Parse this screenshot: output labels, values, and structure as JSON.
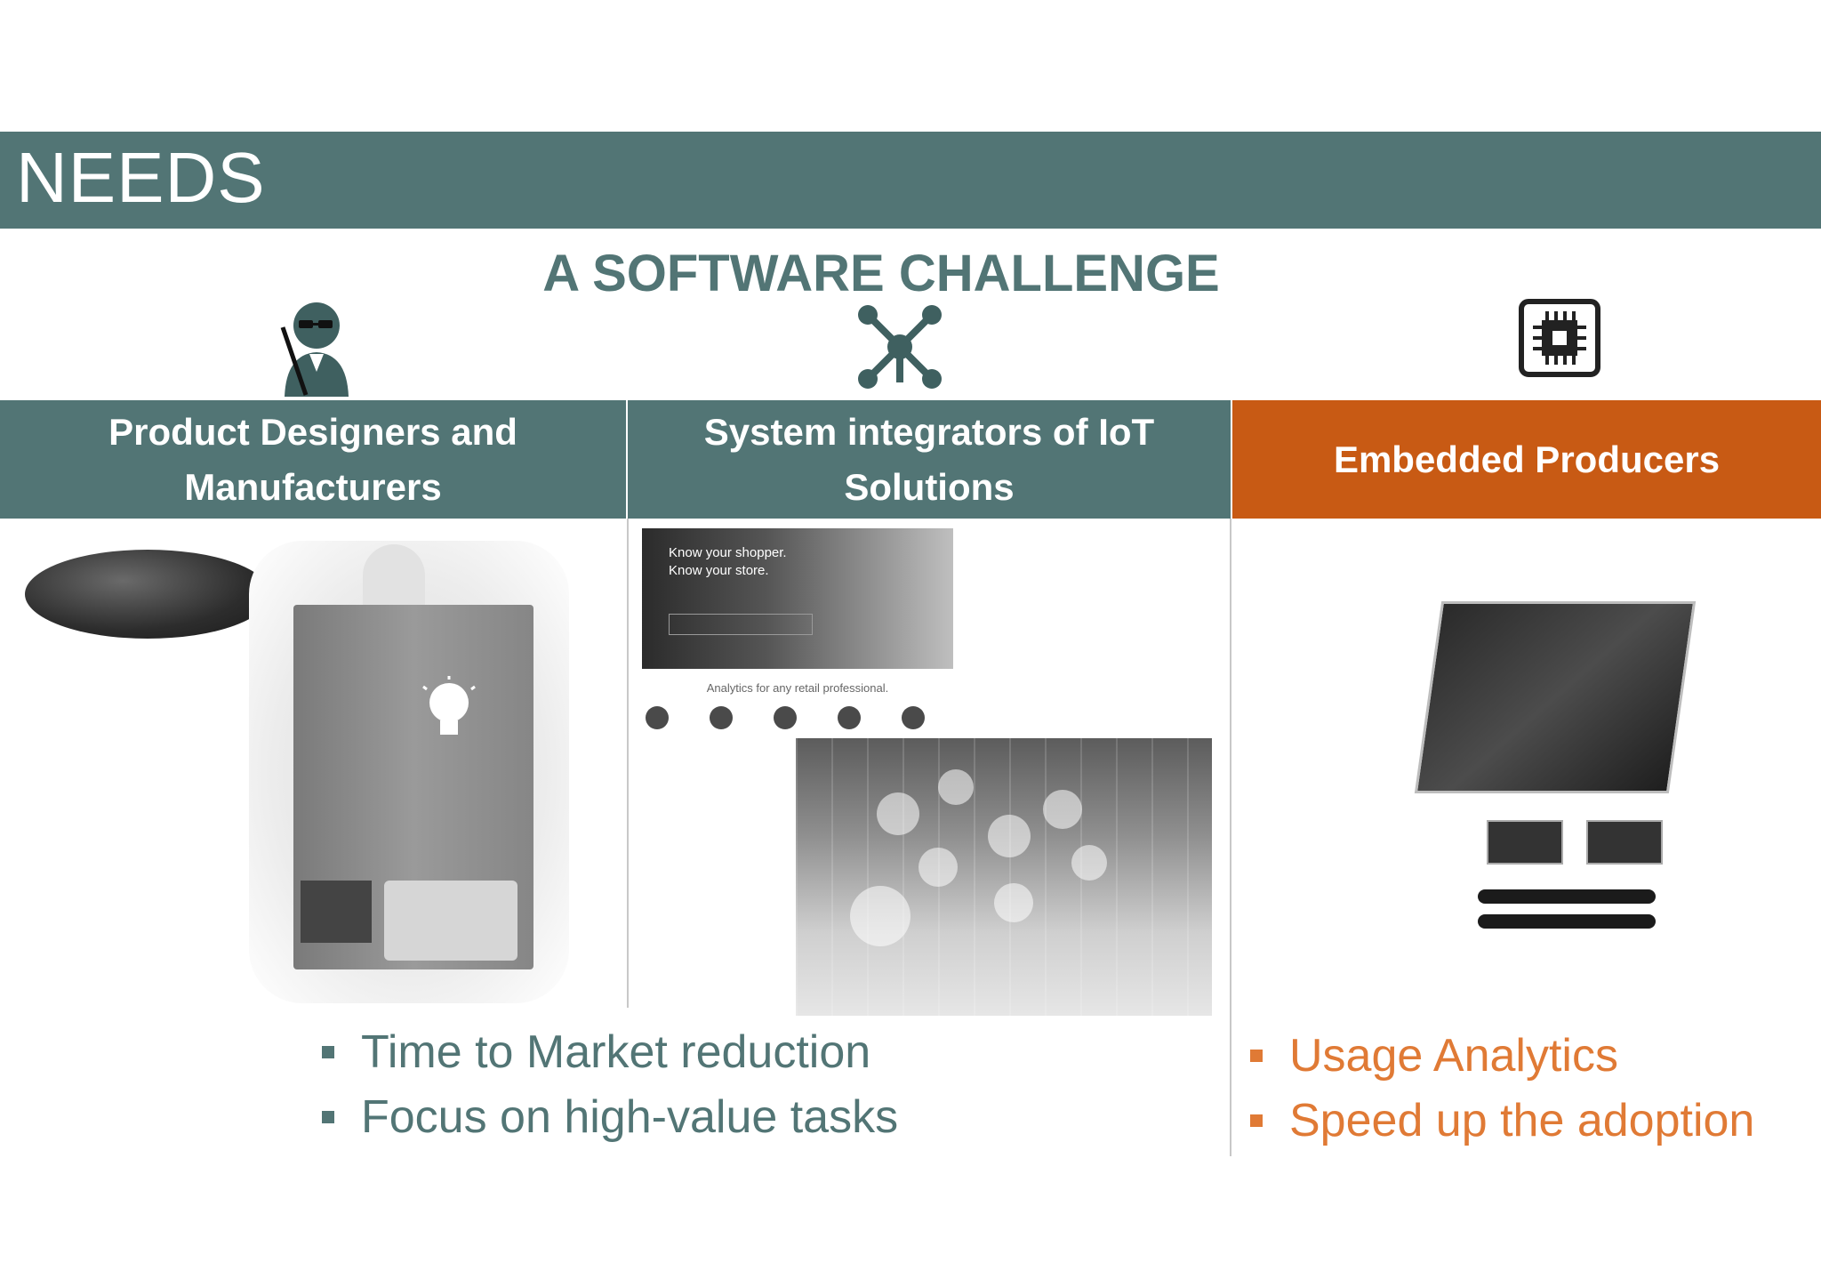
{
  "header": {
    "title": "NEEDS"
  },
  "subtitle": "A SOFTWARE CHALLENGE",
  "columns": [
    {
      "label": "Product Designers and Manufacturers",
      "icon": "designer-icon"
    },
    {
      "label": "System integrators of IoT Solutions",
      "icon": "network-icon"
    },
    {
      "label": "Embedded Producers",
      "icon": "chip-icon"
    }
  ],
  "store_photo": {
    "headline_1": "Know your shopper.",
    "headline_2": "Know your store.",
    "caption": "Analytics for any retail professional."
  },
  "bullets_left": [
    "Time to Market reduction",
    "Focus on high-value tasks"
  ],
  "bullets_right": [
    "Usage Analytics",
    "Speed up the adoption"
  ],
  "colors": {
    "teal": "#527575",
    "orange": "#c85a14",
    "orange_text": "#e07a35"
  }
}
